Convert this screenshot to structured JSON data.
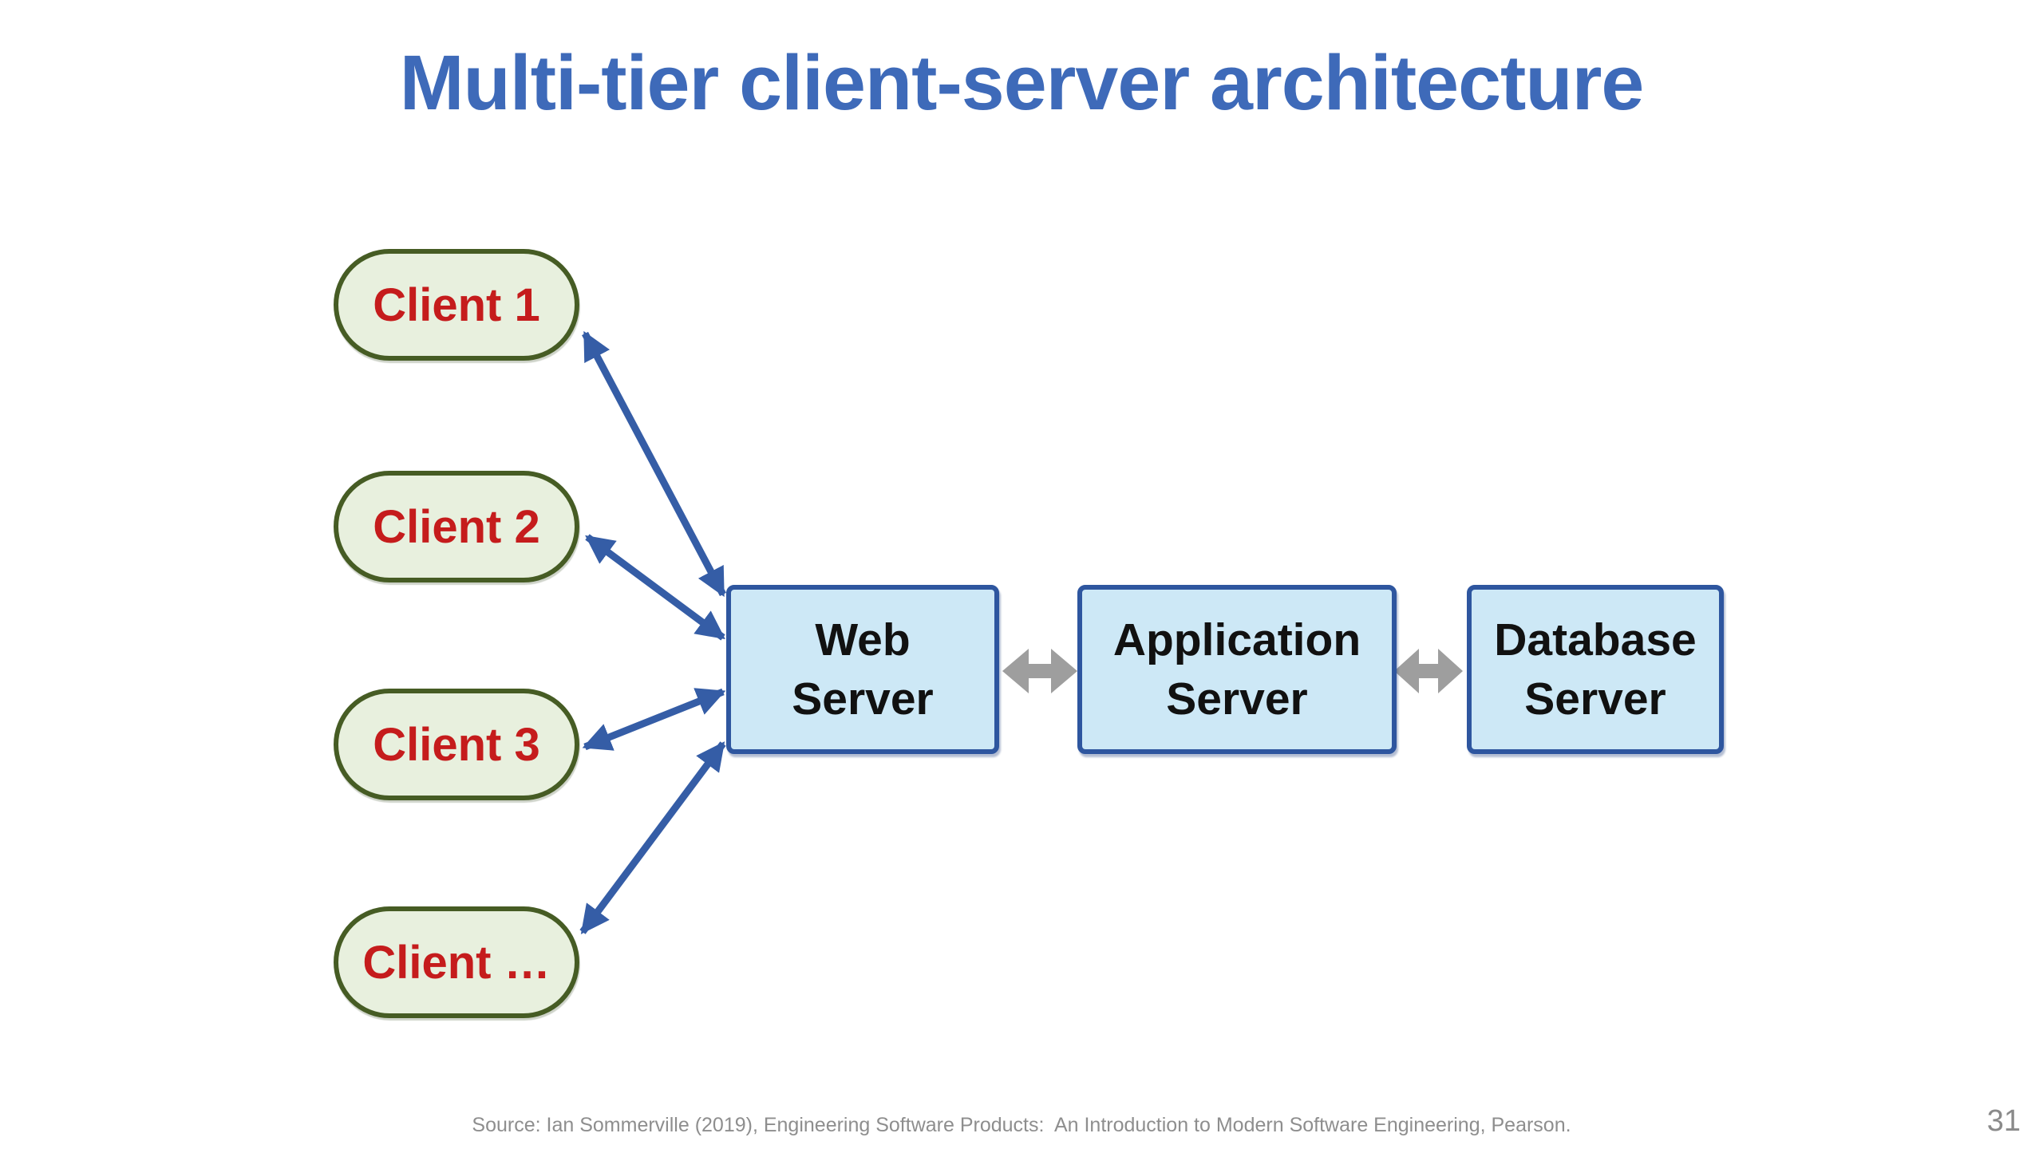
{
  "slide": {
    "title": "Multi-tier client-server architecture",
    "page_number": "31",
    "source": "Source: Ian Sommerville (2019), Engineering Software Products:  An Introduction to Modern Software Engineering, Pearson."
  },
  "diagram": {
    "clients": [
      {
        "label": "Client 1"
      },
      {
        "label": "Client 2"
      },
      {
        "label": "Client 3"
      },
      {
        "label": "Client …"
      }
    ],
    "servers": [
      {
        "label": "Web Server"
      },
      {
        "label": "Application Server"
      },
      {
        "label": "Database Server"
      }
    ],
    "connections": [
      "Client 1 ↔ Web Server",
      "Client 2 ↔ Web Server",
      "Client 3 ↔ Web Server",
      "Client … ↔ Web Server",
      "Web Server ↔ Application Server",
      "Application Server ↔ Database Server"
    ]
  },
  "theme": {
    "background": "#ffffff",
    "title_color": "#3e6ab9",
    "client_fill": "#e8f0de",
    "client_border": "#465c24",
    "client_text": "#c51c1c",
    "server_fill": "#cde8f6",
    "server_border": "#2e569f",
    "server_text": "#111111",
    "arrow_blue": "#355da6",
    "arrow_gray": "#9e9e9e",
    "footer_color": "#8e8e8e",
    "page_number_color": "#8a8a8a"
  }
}
